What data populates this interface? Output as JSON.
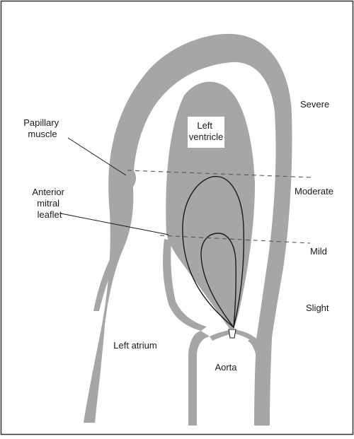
{
  "diagram": {
    "labels": {
      "papillary_muscle": [
        "Papillary",
        "muscle"
      ],
      "left_ventricle": [
        "Left",
        "ventricle"
      ],
      "anterior_mitral_leaflet": [
        "Anterior",
        "mitral",
        "leaflet"
      ],
      "left_atrium": "Left atrium",
      "aorta": "Aorta"
    },
    "severity_levels": [
      "Severe",
      "Moderate",
      "Mild",
      "Slight"
    ],
    "colors": {
      "tissue": "#a6a6a6",
      "outline": "#1a1a1a",
      "frame": "#333333",
      "background": "#ffffff"
    }
  }
}
